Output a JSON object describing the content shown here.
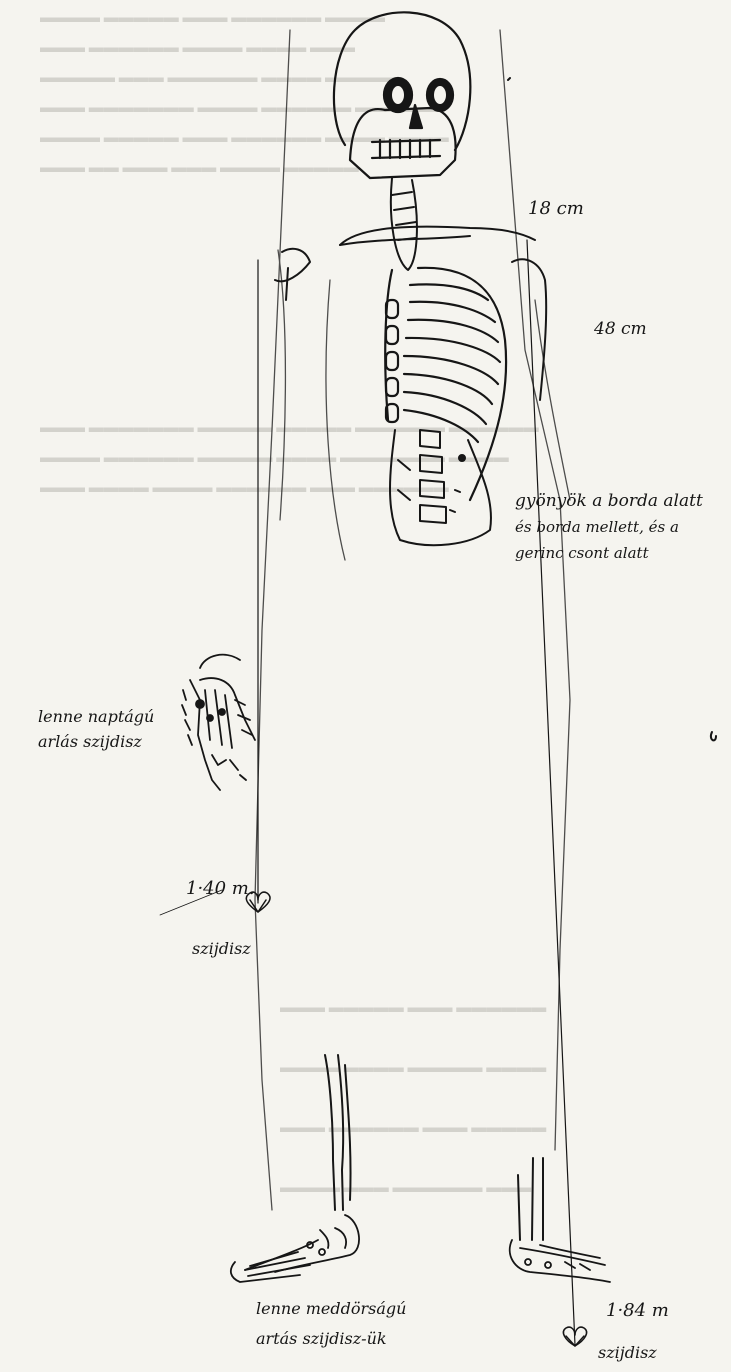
{
  "annotations": {
    "shoulder_width": "18 cm",
    "arm_length": "48 cm",
    "kidney_note": [
      "gyönyök a borda alatt",
      "és borda mellett, és a",
      "gerinc csont alatt"
    ],
    "hand_note": [
      "lenne naptágú",
      "arlás szijdisz"
    ],
    "left_height": "1·40 m.",
    "left_marker": "szijdisz",
    "foot_note": [
      "lenne meddörságú",
      "artás szijdisz-ük"
    ],
    "right_height": "1·84 m",
    "right_marker": "szijdisz"
  },
  "colors": {
    "paper": "#f5f4ef",
    "ink": "#161616",
    "bleed_through": "#b9b7b0"
  },
  "icons": [
    "skull-icon",
    "ribcage-icon",
    "spine-icon",
    "hand-bones-icon",
    "foot-bones-icon",
    "heart-marker-icon"
  ]
}
